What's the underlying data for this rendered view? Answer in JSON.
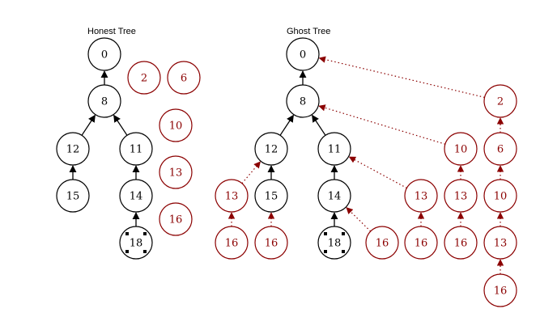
{
  "colors": {
    "honest": "#000000",
    "adversary": "#8b0000"
  },
  "honest_tree": {
    "title": "Honest Tree",
    "nodes": [
      {
        "id": "h0",
        "label": "0",
        "kind": "honest"
      },
      {
        "id": "h8",
        "label": "8",
        "kind": "honest"
      },
      {
        "id": "h12",
        "label": "12",
        "kind": "honest"
      },
      {
        "id": "h11",
        "label": "11",
        "kind": "honest"
      },
      {
        "id": "h15",
        "label": "15",
        "kind": "honest"
      },
      {
        "id": "h14",
        "label": "14",
        "kind": "honest"
      },
      {
        "id": "h18",
        "label": "18",
        "kind": "marked"
      },
      {
        "id": "ha2",
        "label": "2",
        "kind": "adversary"
      },
      {
        "id": "ha6",
        "label": "6",
        "kind": "adversary"
      },
      {
        "id": "ha10",
        "label": "10",
        "kind": "adversary"
      },
      {
        "id": "ha13",
        "label": "13",
        "kind": "adversary"
      },
      {
        "id": "ha16",
        "label": "16",
        "kind": "adversary"
      }
    ],
    "edges": [
      {
        "from": "h8",
        "to": "h0",
        "style": "solid"
      },
      {
        "from": "h12",
        "to": "h8",
        "style": "solid"
      },
      {
        "from": "h11",
        "to": "h8",
        "style": "solid"
      },
      {
        "from": "h15",
        "to": "h12",
        "style": "solid"
      },
      {
        "from": "h14",
        "to": "h11",
        "style": "solid"
      },
      {
        "from": "h18",
        "to": "h14",
        "style": "solid"
      }
    ]
  },
  "ghost_tree": {
    "title": "Ghost Tree",
    "nodes": [
      {
        "id": "g0",
        "label": "0",
        "kind": "honest"
      },
      {
        "id": "g8",
        "label": "8",
        "kind": "honest"
      },
      {
        "id": "g12",
        "label": "12",
        "kind": "honest"
      },
      {
        "id": "g11",
        "label": "11",
        "kind": "honest"
      },
      {
        "id": "ga13a",
        "label": "13",
        "kind": "adversary"
      },
      {
        "id": "g15",
        "label": "15",
        "kind": "honest"
      },
      {
        "id": "g14",
        "label": "14",
        "kind": "honest"
      },
      {
        "id": "ga16a",
        "label": "16",
        "kind": "adversary"
      },
      {
        "id": "ga16b",
        "label": "16",
        "kind": "adversary"
      },
      {
        "id": "g18",
        "label": "18",
        "kind": "marked"
      },
      {
        "id": "ga16c",
        "label": "16",
        "kind": "adversary"
      },
      {
        "id": "ga13b",
        "label": "13",
        "kind": "adversary"
      },
      {
        "id": "ga16d",
        "label": "16",
        "kind": "adversary"
      },
      {
        "id": "ga10a",
        "label": "10",
        "kind": "adversary"
      },
      {
        "id": "ga13c",
        "label": "13",
        "kind": "adversary"
      },
      {
        "id": "ga16e",
        "label": "16",
        "kind": "adversary"
      },
      {
        "id": "ga2",
        "label": "2",
        "kind": "adversary"
      },
      {
        "id": "ga6",
        "label": "6",
        "kind": "adversary"
      },
      {
        "id": "ga10b",
        "label": "10",
        "kind": "adversary"
      },
      {
        "id": "ga13d",
        "label": "13",
        "kind": "adversary"
      },
      {
        "id": "ga16f",
        "label": "16",
        "kind": "adversary"
      }
    ],
    "edges": [
      {
        "from": "g8",
        "to": "g0",
        "style": "solid"
      },
      {
        "from": "g12",
        "to": "g8",
        "style": "solid"
      },
      {
        "from": "g11",
        "to": "g8",
        "style": "solid"
      },
      {
        "from": "g15",
        "to": "g12",
        "style": "solid"
      },
      {
        "from": "g14",
        "to": "g11",
        "style": "solid"
      },
      {
        "from": "g18",
        "to": "g14",
        "style": "solid"
      },
      {
        "from": "ga13a",
        "to": "g12",
        "style": "dotted"
      },
      {
        "from": "ga16a",
        "to": "ga13a",
        "style": "dotted"
      },
      {
        "from": "ga16b",
        "to": "g15",
        "style": "dotted"
      },
      {
        "from": "ga16c",
        "to": "g14",
        "style": "dotted"
      },
      {
        "from": "ga13b",
        "to": "g11",
        "style": "dotted"
      },
      {
        "from": "ga16d",
        "to": "ga13b",
        "style": "dotted"
      },
      {
        "from": "ga10a",
        "to": "g8",
        "style": "dotted"
      },
      {
        "from": "ga13c",
        "to": "ga10a",
        "style": "dotted"
      },
      {
        "from": "ga16e",
        "to": "ga13c",
        "style": "dotted"
      },
      {
        "from": "ga2",
        "to": "g0",
        "style": "dotted"
      },
      {
        "from": "ga6",
        "to": "ga2",
        "style": "dotted"
      },
      {
        "from": "ga10b",
        "to": "ga6",
        "style": "dotted"
      },
      {
        "from": "ga13d",
        "to": "ga10b",
        "style": "dotted"
      },
      {
        "from": "ga16f",
        "to": "ga13d",
        "style": "dotted"
      }
    ]
  }
}
